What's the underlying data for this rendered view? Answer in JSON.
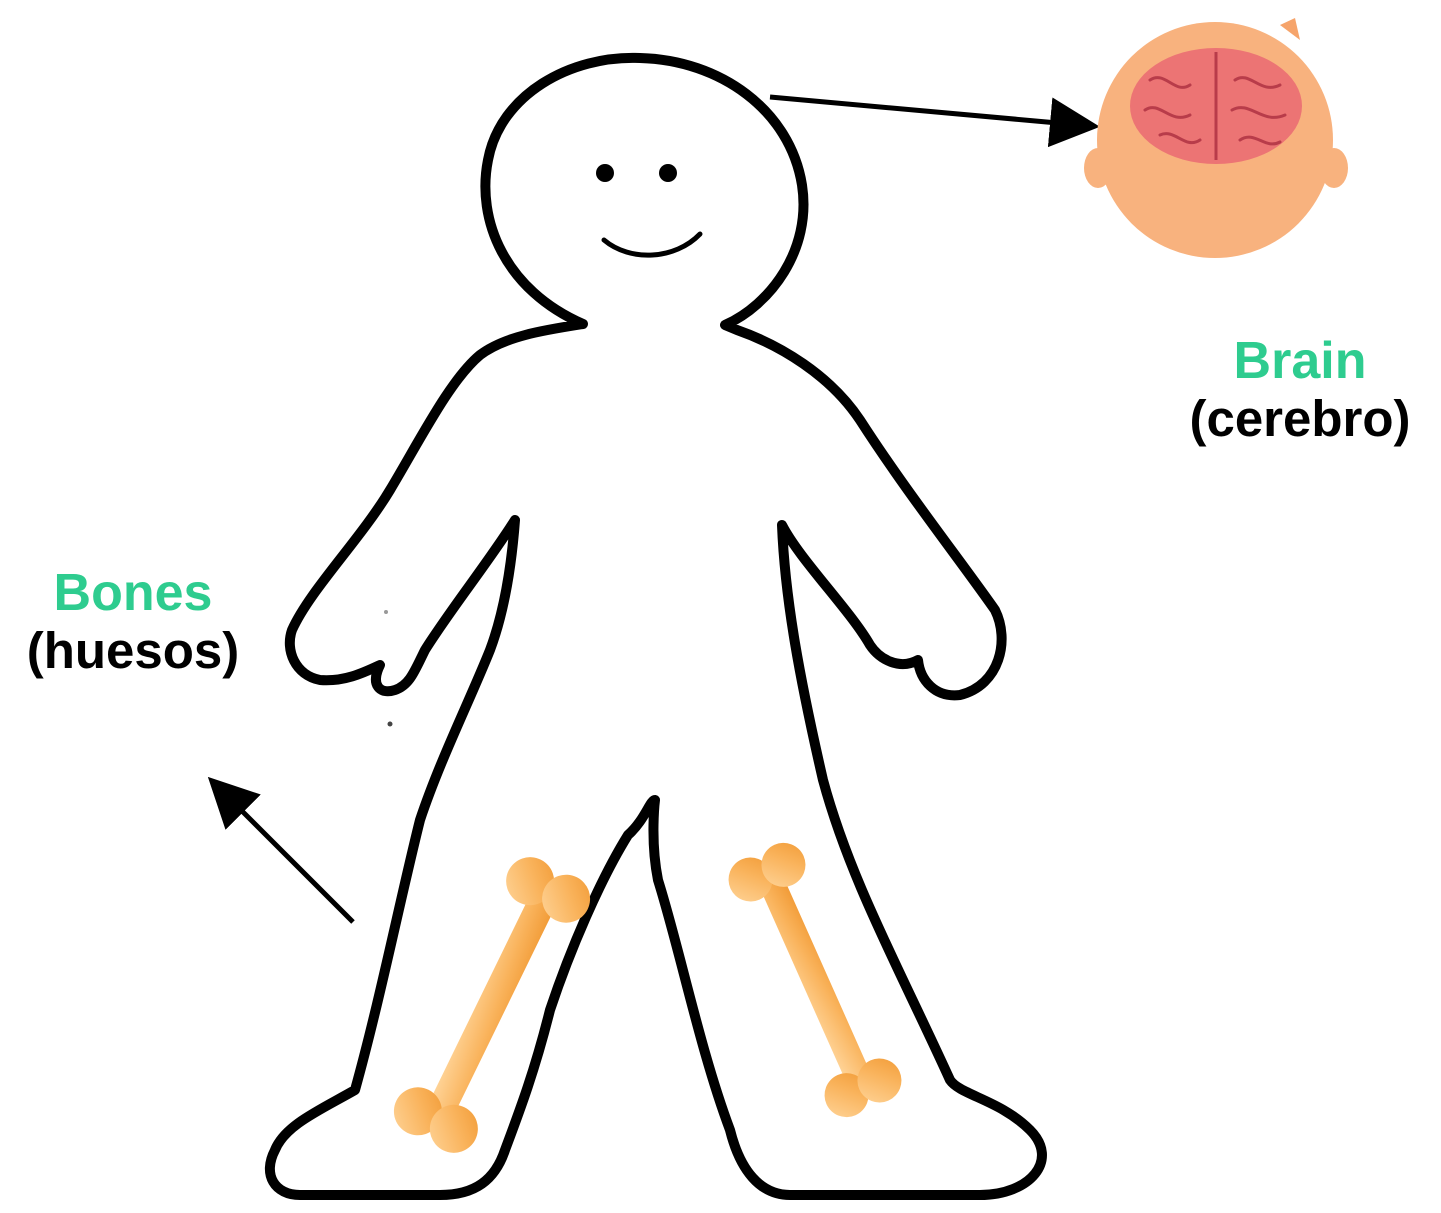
{
  "labels": {
    "brain": {
      "english": "Brain",
      "spanish": "(cerebro)"
    },
    "bones": {
      "english": "Bones",
      "spanish": "(huesos)"
    }
  },
  "colors": {
    "label_accent": "#2ecc8f",
    "outline": "#000000",
    "skin": "#f8b27e",
    "brain": "#ec7474",
    "brain_fold": "#b83c4a",
    "bone": "#f9b25a",
    "bone_light": "#ffd59a"
  },
  "icons": {
    "brain": "brain-in-head-icon",
    "bone": "bone-icon"
  }
}
